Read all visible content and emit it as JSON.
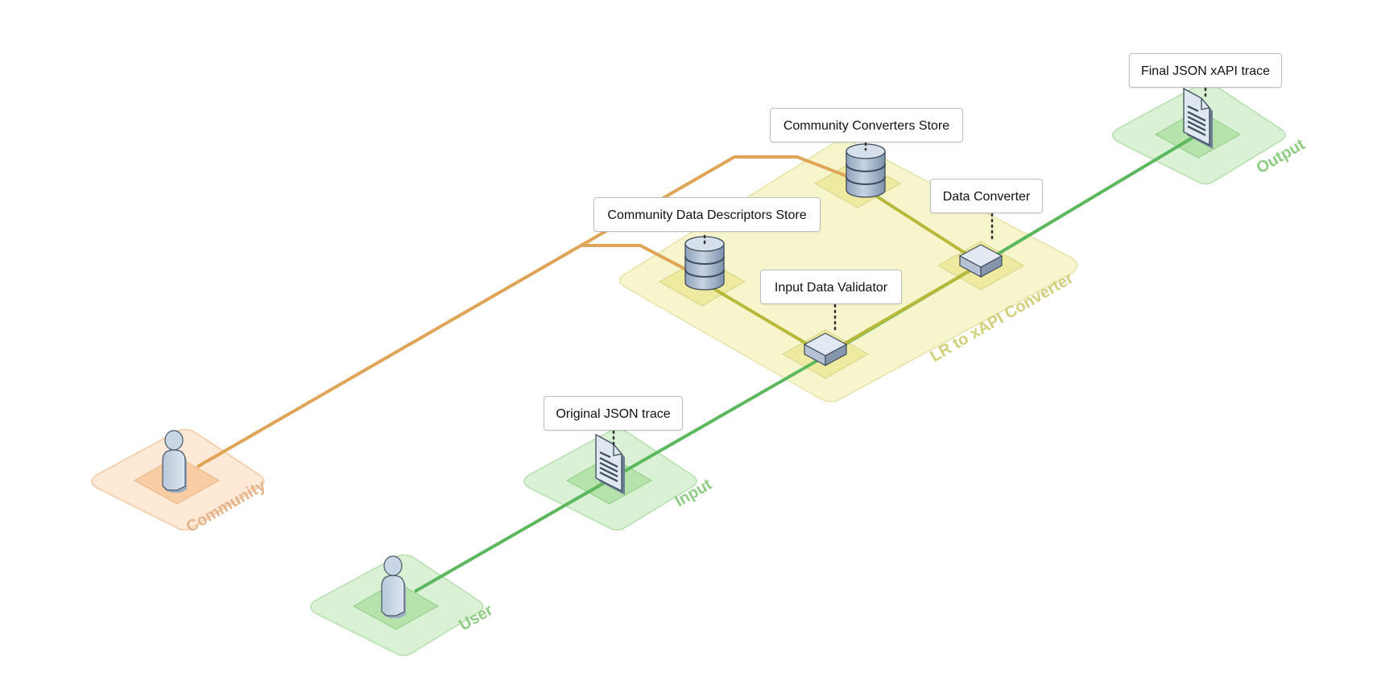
{
  "diagram": {
    "zones": {
      "community": "Community",
      "user": "User",
      "input": "Input",
      "converter": "LR to xAPI Converter",
      "output": "Output"
    },
    "callouts": {
      "community_converters_store": "Community Converters Store",
      "community_data_descriptors_store": "Community Data Descriptors Store",
      "data_converter": "Data Converter",
      "input_data_validator": "Input Data Validator",
      "original_json_trace": "Original JSON trace",
      "final_json_xapi_trace": "Final JSON xAPI trace"
    },
    "colors": {
      "community": "#f2a45a",
      "flow": "#5cb85c",
      "converter": "#d8d890",
      "converter_link": "#b8b83a",
      "community_link": "#e0a050"
    },
    "icons": {
      "community": "person-icon",
      "user": "person-icon",
      "input": "document-icon",
      "output": "document-icon",
      "stores": "database-icon",
      "services": "server-icon"
    }
  }
}
